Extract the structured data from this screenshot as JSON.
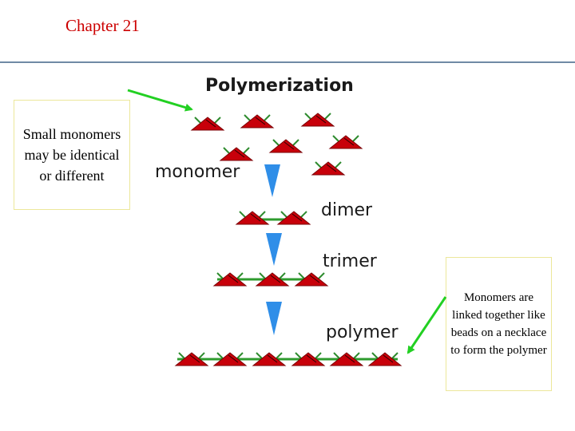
{
  "slide": {
    "title": "Chapter 21"
  },
  "notes": {
    "left": "Small monomers may be identical or different",
    "right": "Monomers are linked together like beads on a necklace to form the polymer"
  },
  "diagram": {
    "heading": "Polymerization",
    "stages": {
      "monomer": "monomer",
      "dimer": "dimer",
      "trimer": "trimer",
      "polymer": "polymer"
    }
  },
  "colors": {
    "title": "#cc0000",
    "bead_fill": "#c8000a",
    "bead_leg": "#2e8b2e",
    "bond": "#2e9b2e",
    "stage_arrow": "#2f8ee8",
    "callout_arrow": "#22d022",
    "rule": "#6f8aa5",
    "note_border": "#ece79a"
  }
}
